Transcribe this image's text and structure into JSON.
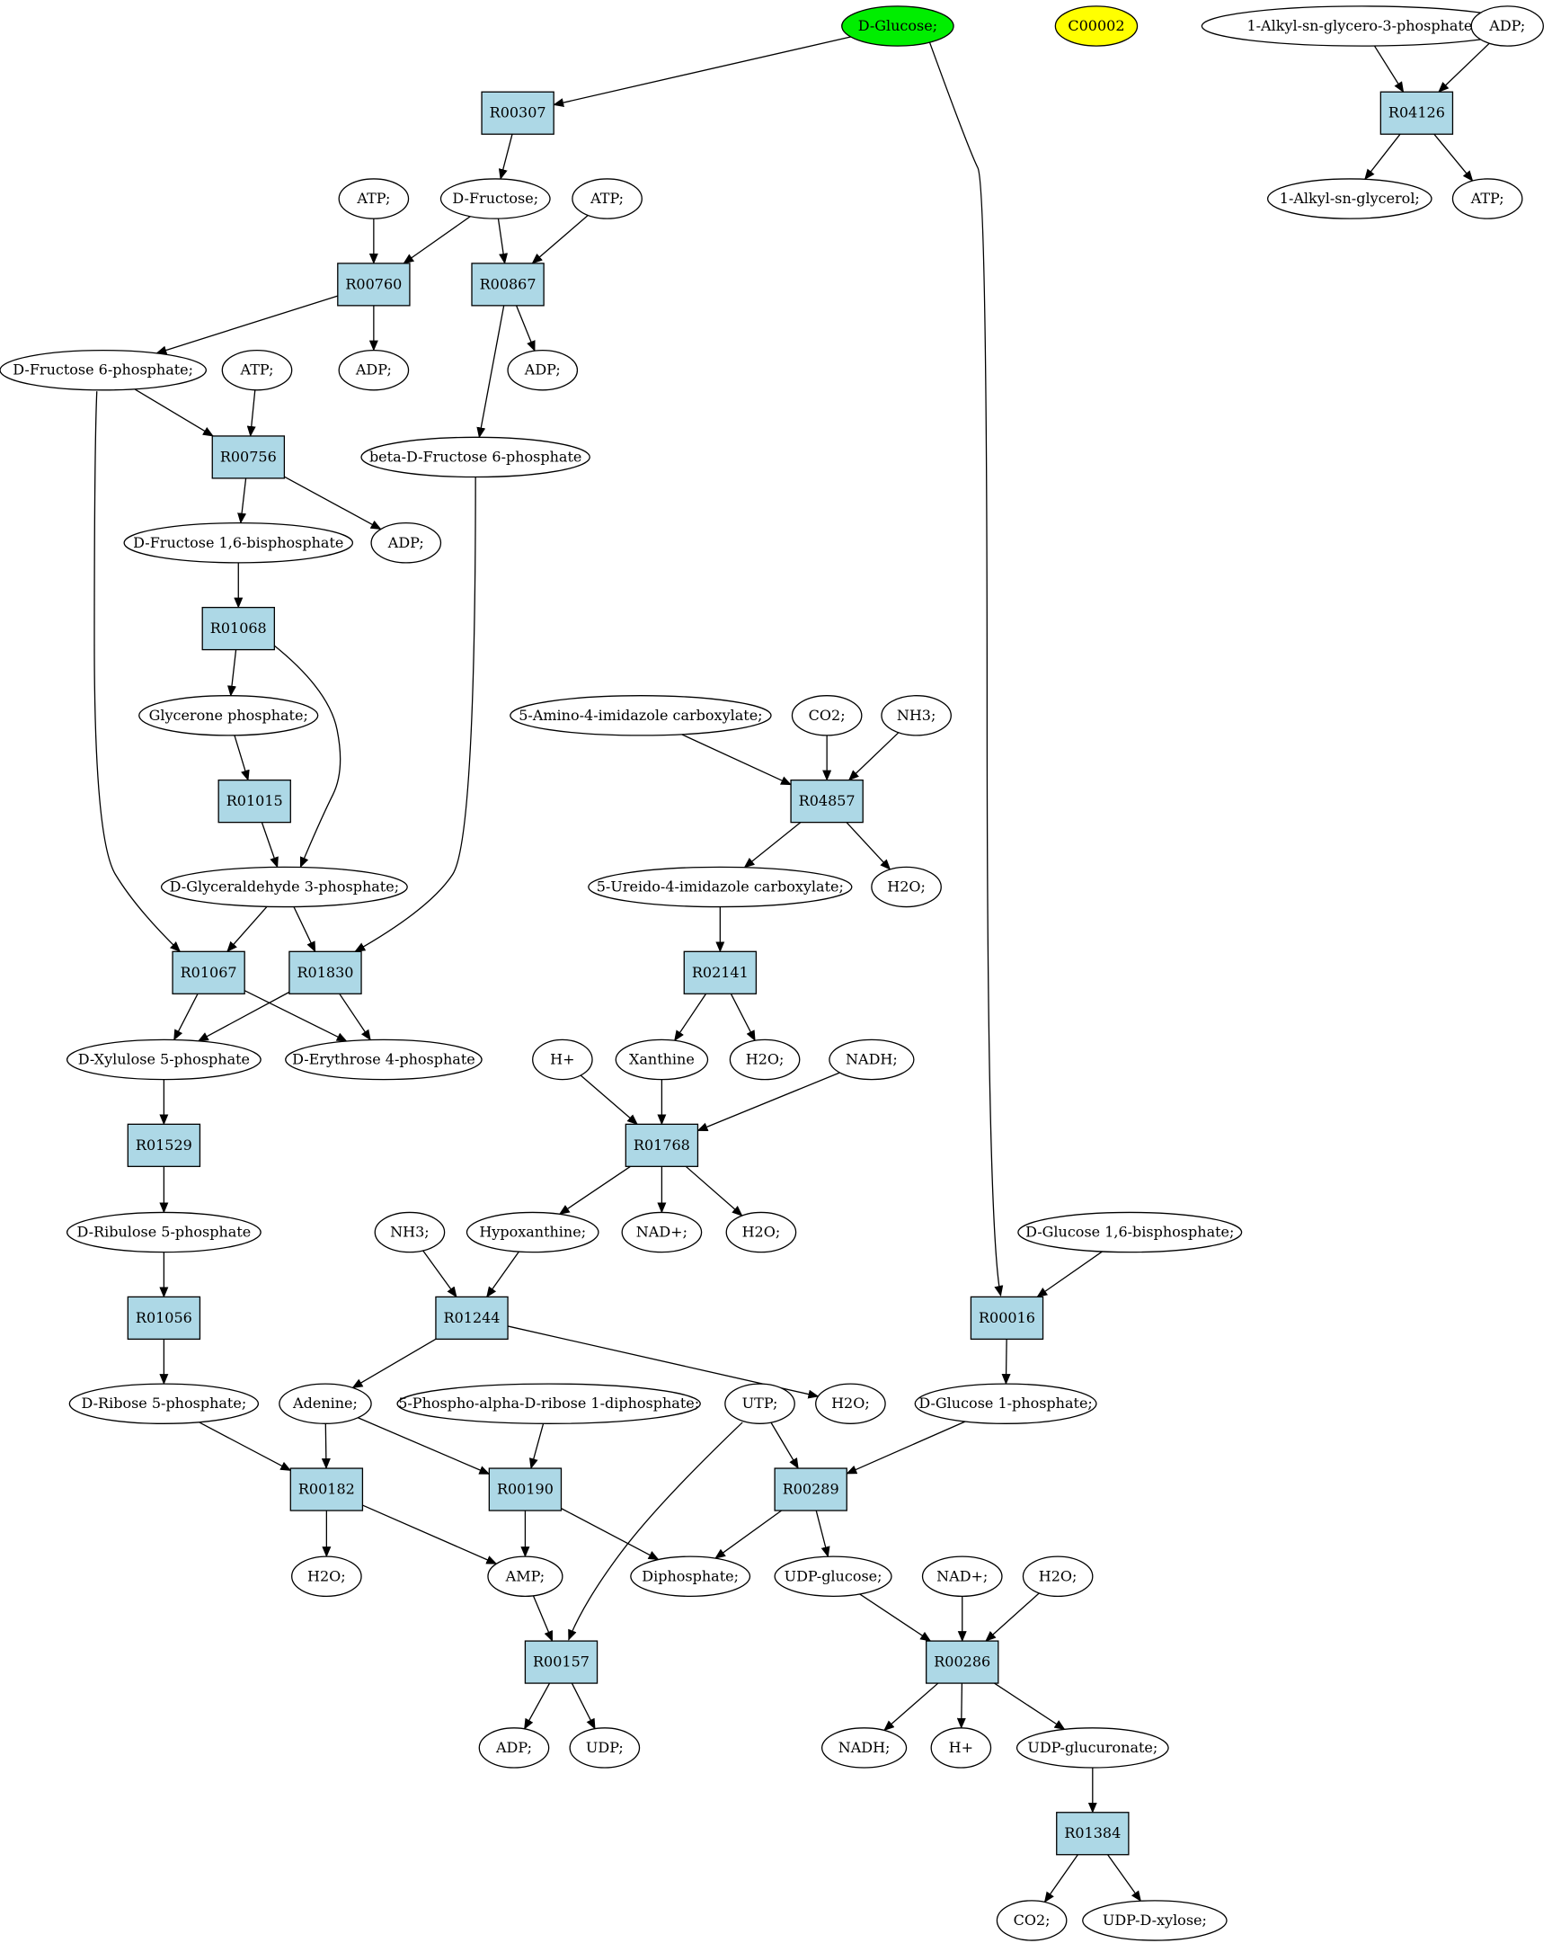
{
  "colors": {
    "reaction_fill": "#add8e6",
    "source_fill": "#00ee00",
    "highlight_fill": "#ffff00",
    "compound_fill": "#ffffff",
    "stroke": "#000000"
  },
  "diagram": {
    "nodes": [
      {
        "id": "c_glucose",
        "kind": "compound",
        "label": "D-Glucose;",
        "style": "source"
      },
      {
        "id": "c_c00002",
        "kind": "compound",
        "label": "C00002",
        "style": "highlight"
      },
      {
        "id": "c_alkylglyp",
        "kind": "compound",
        "label": "1-Alkyl-sn-glycero-3-phosphate;"
      },
      {
        "id": "c_adp_r04126",
        "kind": "compound",
        "label": "ADP;"
      },
      {
        "id": "r_R04126",
        "kind": "reaction",
        "label": "R04126"
      },
      {
        "id": "c_alkylgly",
        "kind": "compound",
        "label": "1-Alkyl-sn-glycerol;"
      },
      {
        "id": "c_atp_r04126",
        "kind": "compound",
        "label": "ATP;"
      },
      {
        "id": "r_R00307",
        "kind": "reaction",
        "label": "R00307"
      },
      {
        "id": "c_atp1",
        "kind": "compound",
        "label": "ATP;"
      },
      {
        "id": "c_fructose",
        "kind": "compound",
        "label": "D-Fructose;"
      },
      {
        "id": "c_atp2",
        "kind": "compound",
        "label": "ATP;"
      },
      {
        "id": "r_R00760",
        "kind": "reaction",
        "label": "R00760"
      },
      {
        "id": "r_R00867",
        "kind": "reaction",
        "label": "R00867"
      },
      {
        "id": "c_f6p",
        "kind": "compound",
        "label": "D-Fructose 6-phosphate;"
      },
      {
        "id": "c_atp3",
        "kind": "compound",
        "label": "ATP;"
      },
      {
        "id": "c_adp1",
        "kind": "compound",
        "label": "ADP;"
      },
      {
        "id": "c_adp2",
        "kind": "compound",
        "label": "ADP;"
      },
      {
        "id": "r_R00756",
        "kind": "reaction",
        "label": "R00756"
      },
      {
        "id": "c_bf6p",
        "kind": "compound",
        "label": "beta-D-Fructose 6-phosphate"
      },
      {
        "id": "c_fbp",
        "kind": "compound",
        "label": "D-Fructose 1,6-bisphosphate"
      },
      {
        "id": "c_adp3",
        "kind": "compound",
        "label": "ADP;"
      },
      {
        "id": "r_R01068",
        "kind": "reaction",
        "label": "R01068"
      },
      {
        "id": "c_glyp",
        "kind": "compound",
        "label": "Glycerone phosphate;"
      },
      {
        "id": "r_R01015",
        "kind": "reaction",
        "label": "R01015"
      },
      {
        "id": "c_g3p",
        "kind": "compound",
        "label": "D-Glyceraldehyde 3-phosphate;"
      },
      {
        "id": "r_R01067",
        "kind": "reaction",
        "label": "R01067"
      },
      {
        "id": "r_R01830",
        "kind": "reaction",
        "label": "R01830"
      },
      {
        "id": "c_xu5p",
        "kind": "compound",
        "label": "D-Xylulose 5-phosphate"
      },
      {
        "id": "c_e4p",
        "kind": "compound",
        "label": "D-Erythrose 4-phosphate"
      },
      {
        "id": "r_R01529",
        "kind": "reaction",
        "label": "R01529"
      },
      {
        "id": "c_ru5p",
        "kind": "compound",
        "label": "D-Ribulose 5-phosphate"
      },
      {
        "id": "r_R01056",
        "kind": "reaction",
        "label": "R01056"
      },
      {
        "id": "c_r5p",
        "kind": "compound",
        "label": "D-Ribose 5-phosphate;"
      },
      {
        "id": "c_aic",
        "kind": "compound",
        "label": "5-Amino-4-imidazole carboxylate;"
      },
      {
        "id": "c_co2_1",
        "kind": "compound",
        "label": "CO2;"
      },
      {
        "id": "c_nh3_1",
        "kind": "compound",
        "label": "NH3;"
      },
      {
        "id": "r_R04857",
        "kind": "reaction",
        "label": "R04857"
      },
      {
        "id": "c_uic",
        "kind": "compound",
        "label": "5-Ureido-4-imidazole carboxylate;"
      },
      {
        "id": "c_h2o_1",
        "kind": "compound",
        "label": "H2O;"
      },
      {
        "id": "r_R02141",
        "kind": "reaction",
        "label": "R02141"
      },
      {
        "id": "c_hplus1",
        "kind": "compound",
        "label": "H+"
      },
      {
        "id": "c_xanthine",
        "kind": "compound",
        "label": "Xanthine"
      },
      {
        "id": "c_h2o_2",
        "kind": "compound",
        "label": "H2O;"
      },
      {
        "id": "c_nadh1",
        "kind": "compound",
        "label": "NADH;"
      },
      {
        "id": "r_R01768",
        "kind": "reaction",
        "label": "R01768"
      },
      {
        "id": "c_nh3_2",
        "kind": "compound",
        "label": "NH3;"
      },
      {
        "id": "c_hypox",
        "kind": "compound",
        "label": "Hypoxanthine;"
      },
      {
        "id": "c_nadplus1",
        "kind": "compound",
        "label": "NAD+;"
      },
      {
        "id": "c_h2o_3",
        "kind": "compound",
        "label": "H2O;"
      },
      {
        "id": "c_g16bp",
        "kind": "compound",
        "label": "D-Glucose 1,6-bisphosphate;"
      },
      {
        "id": "r_R01244",
        "kind": "reaction",
        "label": "R01244"
      },
      {
        "id": "r_R00016",
        "kind": "reaction",
        "label": "R00016"
      },
      {
        "id": "c_adenine",
        "kind": "compound",
        "label": "Adenine;"
      },
      {
        "id": "c_prpp",
        "kind": "compound",
        "label": "5-Phospho-alpha-D-ribose 1-diphosphate;"
      },
      {
        "id": "c_utp",
        "kind": "compound",
        "label": "UTP;"
      },
      {
        "id": "c_h2o_4",
        "kind": "compound",
        "label": "H2O;"
      },
      {
        "id": "c_g1p",
        "kind": "compound",
        "label": "D-Glucose 1-phosphate;"
      },
      {
        "id": "r_R00182",
        "kind": "reaction",
        "label": "R00182"
      },
      {
        "id": "r_R00190",
        "kind": "reaction",
        "label": "R00190"
      },
      {
        "id": "r_R00289",
        "kind": "reaction",
        "label": "R00289"
      },
      {
        "id": "c_h2o_5",
        "kind": "compound",
        "label": "H2O;"
      },
      {
        "id": "c_amp",
        "kind": "compound",
        "label": "AMP;"
      },
      {
        "id": "c_ppi",
        "kind": "compound",
        "label": "Diphosphate;"
      },
      {
        "id": "c_udpglc",
        "kind": "compound",
        "label": "UDP-glucose;"
      },
      {
        "id": "c_nadplus2",
        "kind": "compound",
        "label": "NAD+;"
      },
      {
        "id": "c_h2o_6",
        "kind": "compound",
        "label": "H2O;"
      },
      {
        "id": "r_R00157",
        "kind": "reaction",
        "label": "R00157"
      },
      {
        "id": "r_R00286",
        "kind": "reaction",
        "label": "R00286"
      },
      {
        "id": "c_adp4",
        "kind": "compound",
        "label": "ADP;"
      },
      {
        "id": "c_udp",
        "kind": "compound",
        "label": "UDP;"
      },
      {
        "id": "c_nadh2",
        "kind": "compound",
        "label": "NADH;"
      },
      {
        "id": "c_hplus2",
        "kind": "compound",
        "label": "H+"
      },
      {
        "id": "c_udpglcA",
        "kind": "compound",
        "label": "UDP-glucuronate;"
      },
      {
        "id": "r_R01384",
        "kind": "reaction",
        "label": "R01384"
      },
      {
        "id": "c_co2_2",
        "kind": "compound",
        "label": "CO2;"
      },
      {
        "id": "c_udpxyl",
        "kind": "compound",
        "label": "UDP-D-xylose;"
      }
    ],
    "edges": [
      [
        "c_glucose",
        "r_R00307"
      ],
      [
        "c_glucose",
        "r_R00016"
      ],
      [
        "c_alkylglyp",
        "r_R04126"
      ],
      [
        "c_adp_r04126",
        "r_R04126"
      ],
      [
        "r_R04126",
        "c_alkylgly"
      ],
      [
        "r_R04126",
        "c_atp_r04126"
      ],
      [
        "r_R00307",
        "c_fructose"
      ],
      [
        "c_atp1",
        "r_R00760"
      ],
      [
        "c_fructose",
        "r_R00760"
      ],
      [
        "c_fructose",
        "r_R00867"
      ],
      [
        "c_atp2",
        "r_R00867"
      ],
      [
        "r_R00760",
        "c_f6p"
      ],
      [
        "r_R00760",
        "c_adp1"
      ],
      [
        "r_R00867",
        "c_adp2"
      ],
      [
        "r_R00867",
        "c_bf6p"
      ],
      [
        "c_f6p",
        "r_R00756"
      ],
      [
        "c_atp3",
        "r_R00756"
      ],
      [
        "c_f6p",
        "r_R01067"
      ],
      [
        "r_R00756",
        "c_fbp"
      ],
      [
        "r_R00756",
        "c_adp3"
      ],
      [
        "c_fbp",
        "r_R01068"
      ],
      [
        "r_R01068",
        "c_glyp"
      ],
      [
        "r_R01068",
        "c_g3p"
      ],
      [
        "c_glyp",
        "r_R01015"
      ],
      [
        "r_R01015",
        "c_g3p"
      ],
      [
        "c_g3p",
        "r_R01067"
      ],
      [
        "c_g3p",
        "r_R01830"
      ],
      [
        "c_bf6p",
        "r_R01830"
      ],
      [
        "r_R01067",
        "c_xu5p"
      ],
      [
        "r_R01067",
        "c_e4p"
      ],
      [
        "r_R01830",
        "c_xu5p"
      ],
      [
        "r_R01830",
        "c_e4p"
      ],
      [
        "c_xu5p",
        "r_R01529"
      ],
      [
        "r_R01529",
        "c_ru5p"
      ],
      [
        "c_ru5p",
        "r_R01056"
      ],
      [
        "r_R01056",
        "c_r5p"
      ],
      [
        "c_aic",
        "r_R04857"
      ],
      [
        "c_co2_1",
        "r_R04857"
      ],
      [
        "c_nh3_1",
        "r_R04857"
      ],
      [
        "r_R04857",
        "c_uic"
      ],
      [
        "r_R04857",
        "c_h2o_1"
      ],
      [
        "c_uic",
        "r_R02141"
      ],
      [
        "r_R02141",
        "c_xanthine"
      ],
      [
        "r_R02141",
        "c_h2o_2"
      ],
      [
        "c_hplus1",
        "r_R01768"
      ],
      [
        "c_xanthine",
        "r_R01768"
      ],
      [
        "c_nadh1",
        "r_R01768"
      ],
      [
        "r_R01768",
        "c_hypox"
      ],
      [
        "r_R01768",
        "c_nadplus1"
      ],
      [
        "r_R01768",
        "c_h2o_3"
      ],
      [
        "c_nh3_2",
        "r_R01244"
      ],
      [
        "c_hypox",
        "r_R01244"
      ],
      [
        "r_R01244",
        "c_adenine"
      ],
      [
        "r_R01244",
        "c_h2o_4"
      ],
      [
        "c_g16bp",
        "r_R00016"
      ],
      [
        "r_R00016",
        "c_g1p"
      ],
      [
        "c_r5p",
        "r_R00182"
      ],
      [
        "c_adenine",
        "r_R00182"
      ],
      [
        "c_adenine",
        "r_R00190"
      ],
      [
        "c_prpp",
        "r_R00190"
      ],
      [
        "c_utp",
        "r_R00289"
      ],
      [
        "c_g1p",
        "r_R00289"
      ],
      [
        "c_utp",
        "r_R00157"
      ],
      [
        "r_R00182",
        "c_h2o_5"
      ],
      [
        "r_R00182",
        "c_amp"
      ],
      [
        "r_R00190",
        "c_amp"
      ],
      [
        "r_R00190",
        "c_ppi"
      ],
      [
        "r_R00289",
        "c_ppi"
      ],
      [
        "r_R00289",
        "c_udpglc"
      ],
      [
        "c_amp",
        "r_R00157"
      ],
      [
        "c_udpglc",
        "r_R00286"
      ],
      [
        "c_nadplus2",
        "r_R00286"
      ],
      [
        "c_h2o_6",
        "r_R00286"
      ],
      [
        "r_R00157",
        "c_adp4"
      ],
      [
        "r_R00157",
        "c_udp"
      ],
      [
        "r_R00286",
        "c_nadh2"
      ],
      [
        "r_R00286",
        "c_hplus2"
      ],
      [
        "r_R00286",
        "c_udpglcA"
      ],
      [
        "c_udpglcA",
        "r_R01384"
      ],
      [
        "r_R01384",
        "c_co2_2"
      ],
      [
        "r_R01384",
        "c_udpxyl"
      ]
    ]
  }
}
